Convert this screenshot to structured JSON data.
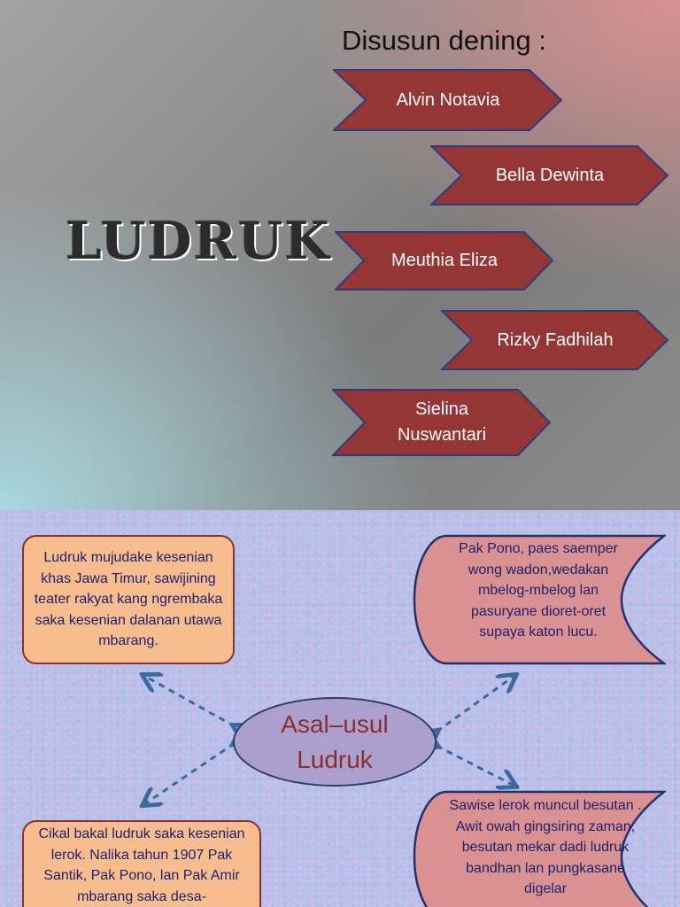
{
  "slide1": {
    "title": "LUDRUK",
    "credits_heading": "Disusun dening :",
    "authors": [
      "Alvin Notavia",
      "Bella  Dewinta",
      "Meuthia Eliza",
      "Rizky Fadhilah",
      "Sielina Nuswantari"
    ],
    "colors": {
      "chevron_fill": "#963536",
      "chevron_border": "#2c3e7a"
    }
  },
  "slide2": {
    "center": "Asal–usul Ludruk",
    "box_top_left": "Ludruk mujudake kesenian khas Jawa Timur, sawijining teater rakyat kang ngrembaka saka kesenian dalanan utawa mbarang.",
    "box_top_right": "Pak Pono, paes saemper wong wadon,wedakan mbelog-mbelog lan pasuryane dioret-oret supaya katon lucu.",
    "box_bottom_left": "Cikal bakal ludruk saka kesenian lerok. Nalika tahun 1907 Pak Santik, Pak Pono, lan Pak Amir mbarang saka desa-",
    "box_bottom_right": "Sawise lerok muncul besutan . Awit owah gingsiring zaman, besutan mekar dadi ludruk bandhan lan pungkasane digelar",
    "colors": {
      "orange_box": "#f8bd8e",
      "pink_scroll": "#d99291",
      "ellipse": "#ab9fce",
      "arrow": "#3c6a9e",
      "text": "#1d2270"
    }
  }
}
